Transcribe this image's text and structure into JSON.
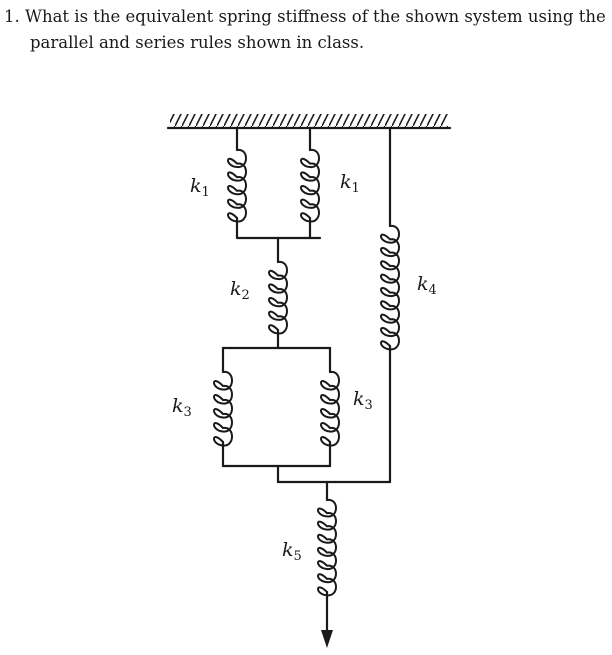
{
  "question": {
    "line1": "1. What is the equivalent spring stiffness of the shown system using the",
    "line2": "parallel and series rules shown in class."
  },
  "springs": [
    {
      "id": "left_top",
      "letter": "k",
      "sub": "1"
    },
    {
      "id": "mid_top",
      "letter": "k",
      "sub": "1"
    },
    {
      "id": "middle",
      "letter": "k",
      "sub": "2"
    },
    {
      "id": "left_low",
      "letter": "k",
      "sub": "3"
    },
    {
      "id": "mid_low",
      "letter": "k",
      "sub": "3"
    },
    {
      "id": "right",
      "letter": "k",
      "sub": "4"
    },
    {
      "id": "bottom",
      "letter": "k",
      "sub": "5"
    }
  ],
  "colors": {
    "ink": "#1a1a1a",
    "background": "#ffffff"
  }
}
